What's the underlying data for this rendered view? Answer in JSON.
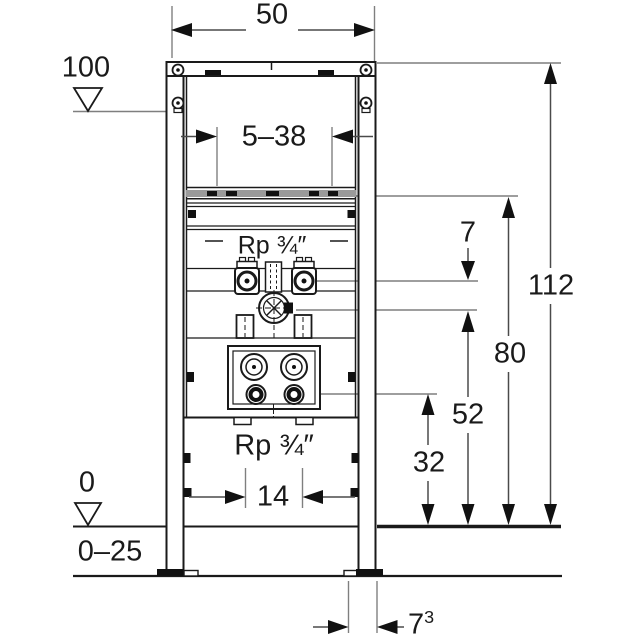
{
  "colors": {
    "background": "#ffffff",
    "object_line": "#1a1a1a",
    "extension_line": "#7f7f7f",
    "dimension_line": "#4a4a4a",
    "arrowhead": "#111111",
    "rail_fill": "#9a9a9a",
    "text": "#1a1a1a"
  },
  "drawing": {
    "dimensions": {
      "frame_width": "50",
      "meter_mark": "100",
      "tap_hole_range": "5–38",
      "supply_offset": "7",
      "overall_height": "112",
      "rail_height": "80",
      "mixer_height": "52",
      "outlet_height": "32",
      "connector_spacing": "14",
      "floor_level": "0",
      "base_adjustment": "0–25",
      "leg_width_value": "7",
      "leg_width_footnote": "3"
    },
    "labels": {
      "thread_size_upper": "Rp ¾″",
      "thread_size_lower": "Rp ¾″"
    }
  }
}
